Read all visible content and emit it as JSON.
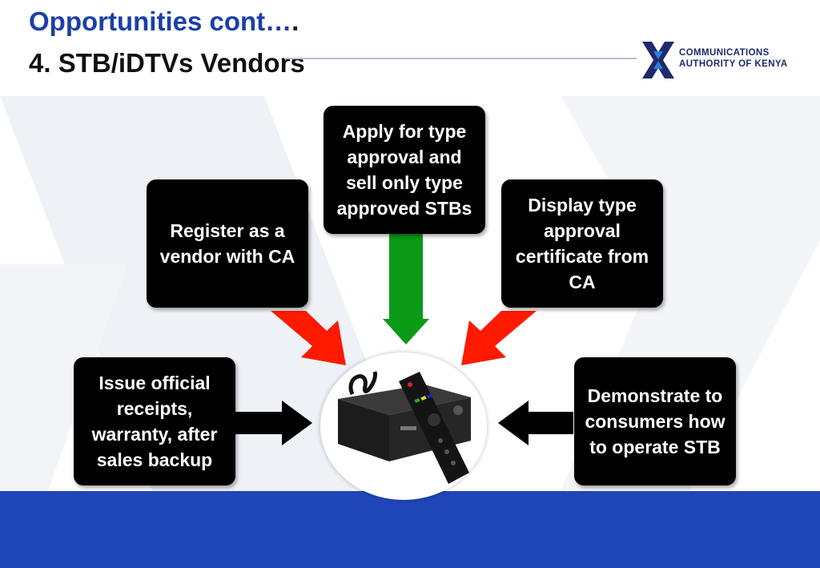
{
  "slide": {
    "title_line1": "Opportunities   cont…",
    "title_dot": ".",
    "title_line2": "4. STB/iDTVs Vendors"
  },
  "logo": {
    "line1": "COMMUNICATIONS",
    "line2": "AUTHORITY OF KENYA"
  },
  "boxes": {
    "register": "Register as a vendor with CA",
    "apply": "Apply for type approval and sell only type approved STBs",
    "display": "Display type approval certificate from CA",
    "issue": "Issue official receipts, warranty, after sales backup",
    "demonstrate": "Demonstrate to consumers how to operate STB"
  },
  "colors": {
    "title_blue": "#1b3fa8",
    "footer_blue": "#1f46b8",
    "arrow_red": "#ff1a00",
    "arrow_green": "#0a9a16",
    "arrow_black": "#000000"
  },
  "center_image": "set-top-box-with-remote"
}
